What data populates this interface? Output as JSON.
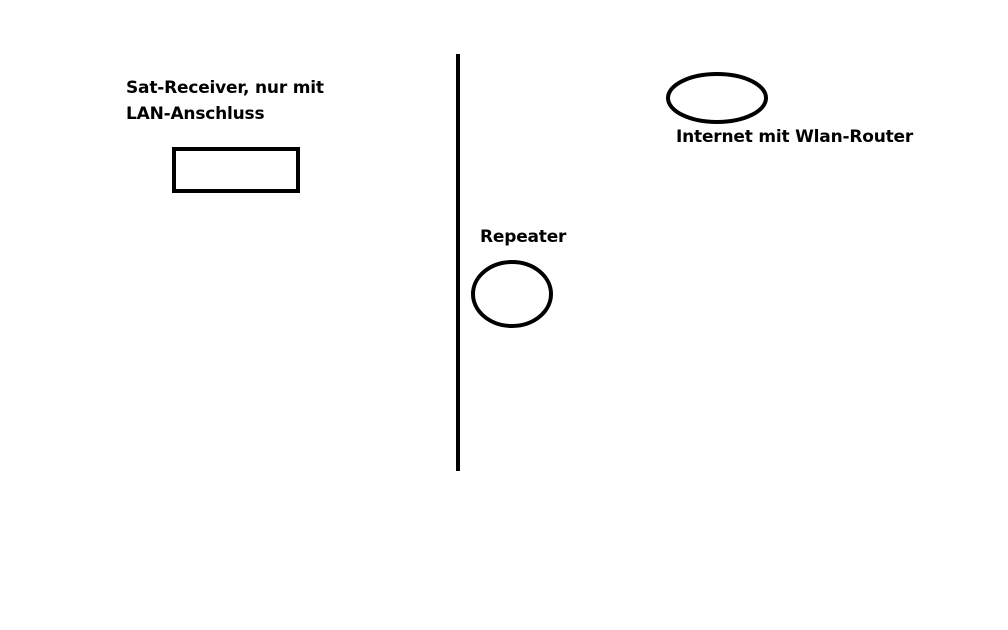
{
  "labels": {
    "sat_receiver_line1": "Sat-Receiver, nur mit",
    "sat_receiver_line2": "LAN-Anschluss",
    "internet_router": "Internet mit Wlan-Router",
    "repeater": "Repeater"
  },
  "colors": {
    "stroke": "#000000",
    "background": "#ffffff"
  }
}
